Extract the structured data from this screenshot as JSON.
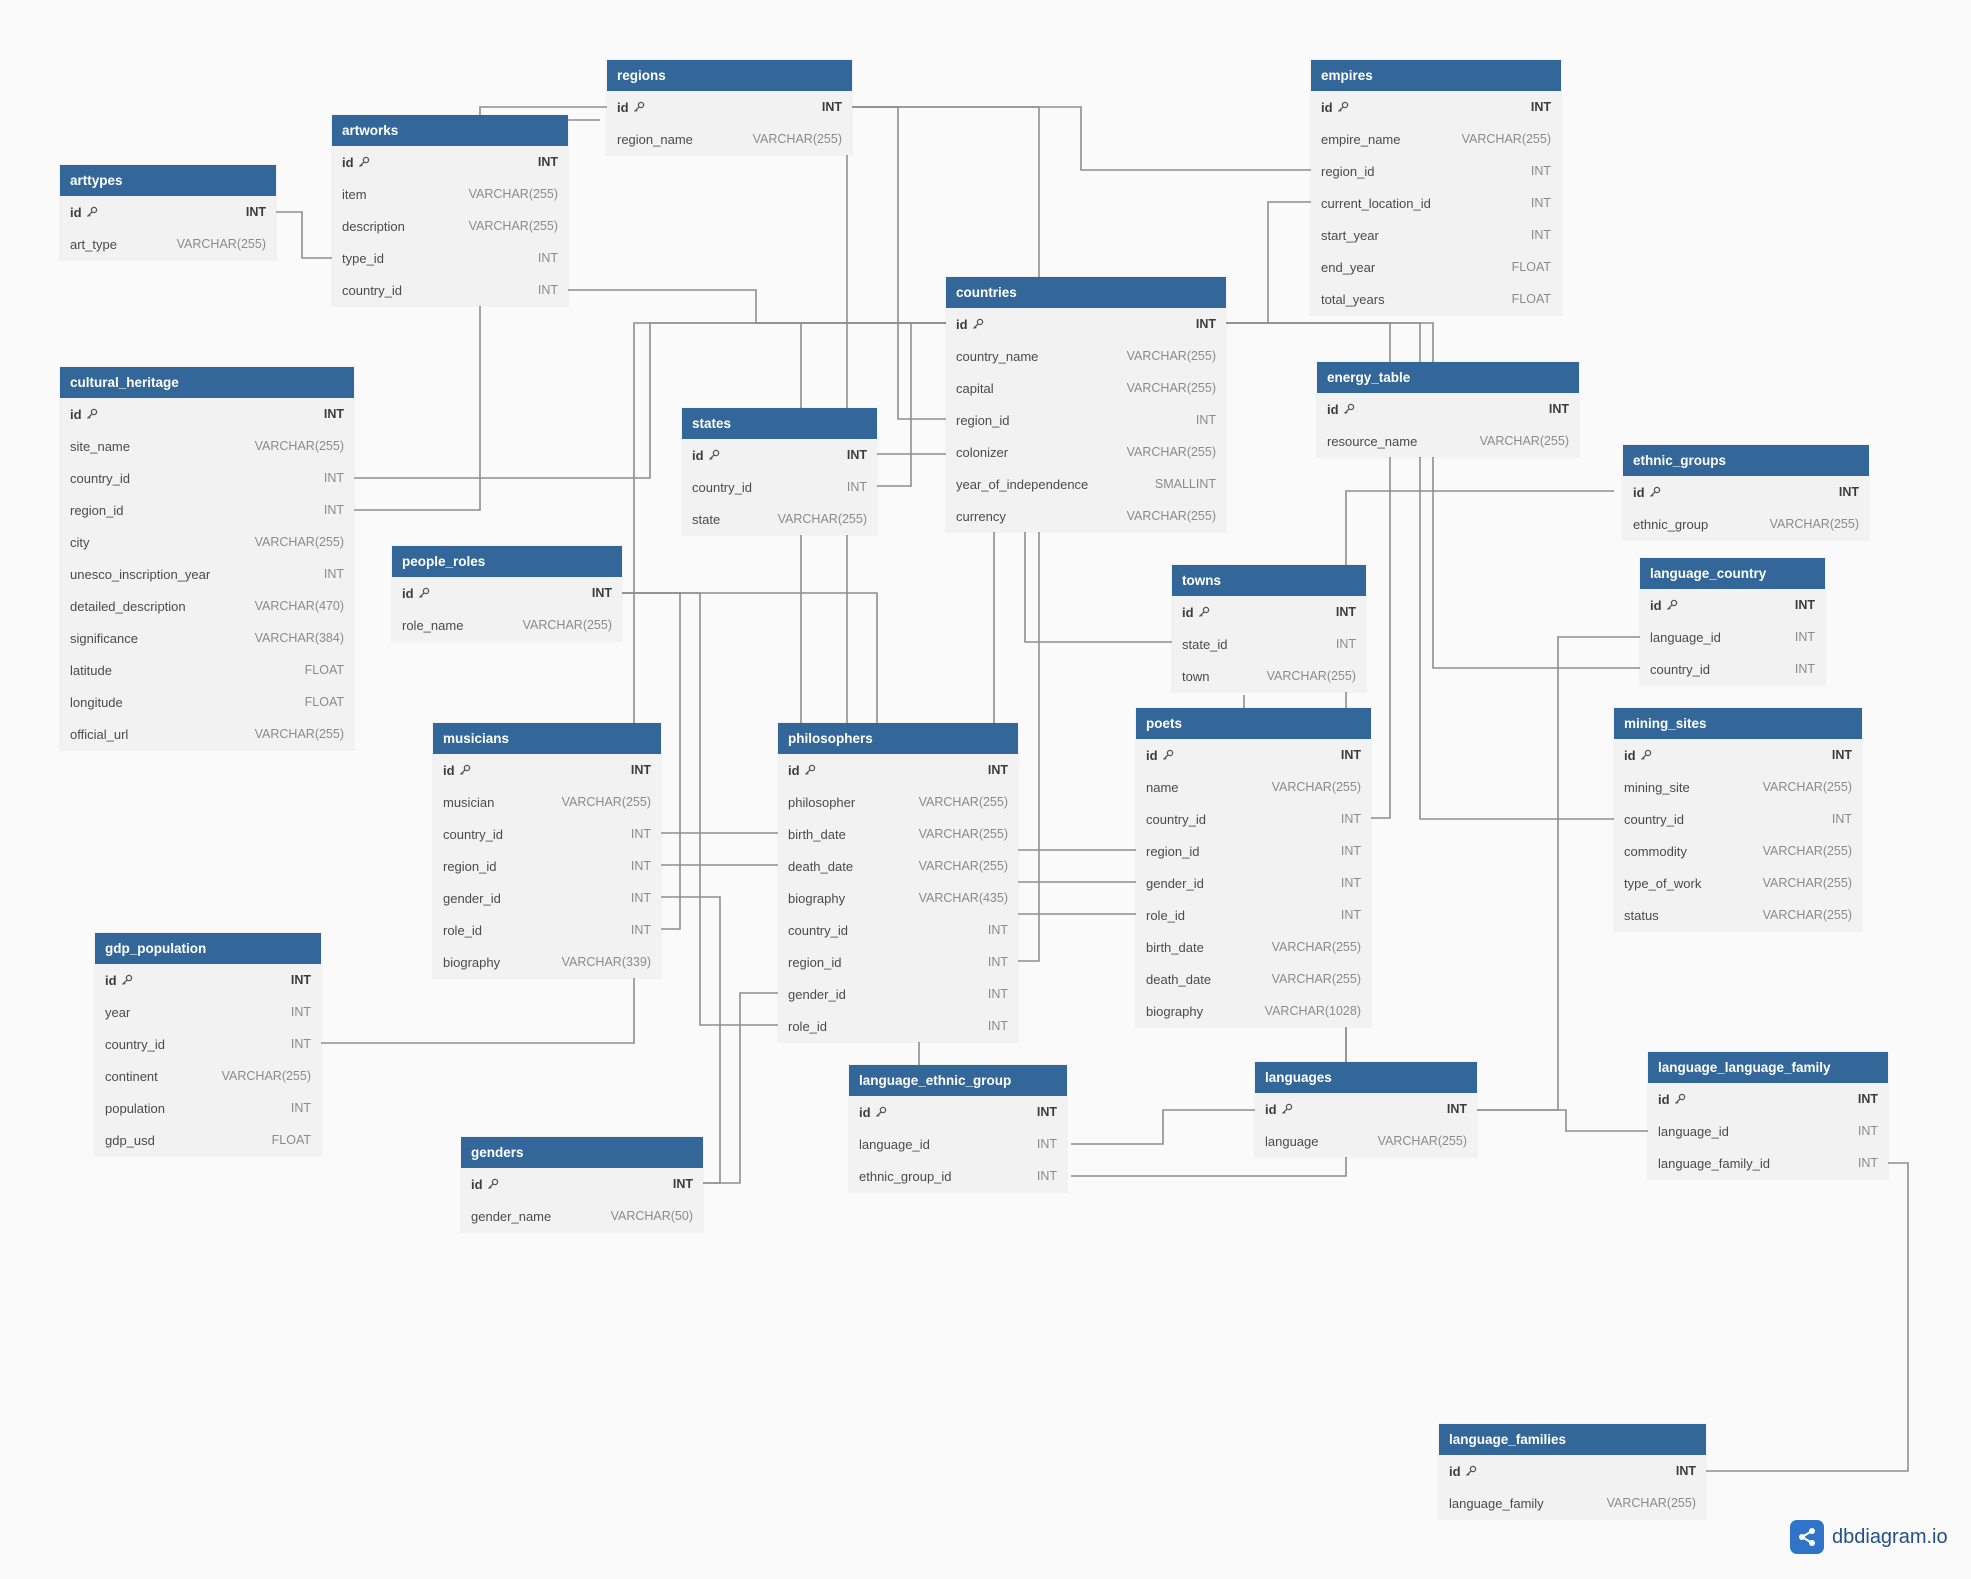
{
  "colors": {
    "header": "#336799",
    "body": "#f2f2f3",
    "background": "#fafafb",
    "line": "#8e8e8e",
    "brand": "#2f74c8"
  },
  "brand": {
    "name": "dbdiagram.io",
    "icon": "share-nodes-icon"
  },
  "tables": [
    {
      "id": "regions",
      "name": "regions",
      "fields": [
        {
          "name": "id",
          "type": "INT",
          "pk": true
        },
        {
          "name": "region_name",
          "type": "VARCHAR(255)"
        }
      ]
    },
    {
      "id": "empires",
      "name": "empires",
      "fields": [
        {
          "name": "id",
          "type": "INT",
          "pk": true
        },
        {
          "name": "empire_name",
          "type": "VARCHAR(255)"
        },
        {
          "name": "region_id",
          "type": "INT"
        },
        {
          "name": "current_location_id",
          "type": "INT"
        },
        {
          "name": "start_year",
          "type": "INT"
        },
        {
          "name": "end_year",
          "type": "FLOAT"
        },
        {
          "name": "total_years",
          "type": "FLOAT"
        }
      ]
    },
    {
      "id": "artworks",
      "name": "artworks",
      "fields": [
        {
          "name": "id",
          "type": "INT",
          "pk": true
        },
        {
          "name": "item",
          "type": "VARCHAR(255)"
        },
        {
          "name": "description",
          "type": "VARCHAR(255)"
        },
        {
          "name": "type_id",
          "type": "INT"
        },
        {
          "name": "country_id",
          "type": "INT"
        }
      ]
    },
    {
      "id": "arttypes",
      "name": "arttypes",
      "fields": [
        {
          "name": "id",
          "type": "INT",
          "pk": true
        },
        {
          "name": "art_type",
          "type": "VARCHAR(255)"
        }
      ]
    },
    {
      "id": "countries",
      "name": "countries",
      "fields": [
        {
          "name": "id",
          "type": "INT",
          "pk": true
        },
        {
          "name": "country_name",
          "type": "VARCHAR(255)"
        },
        {
          "name": "capital",
          "type": "VARCHAR(255)"
        },
        {
          "name": "region_id",
          "type": "INT"
        },
        {
          "name": "colonizer",
          "type": "VARCHAR(255)"
        },
        {
          "name": "year_of_independence",
          "type": "SMALLINT"
        },
        {
          "name": "currency",
          "type": "VARCHAR(255)"
        }
      ]
    },
    {
      "id": "cultural_heritage",
      "name": "cultural_heritage",
      "fields": [
        {
          "name": "id",
          "type": "INT",
          "pk": true
        },
        {
          "name": "site_name",
          "type": "VARCHAR(255)"
        },
        {
          "name": "country_id",
          "type": "INT"
        },
        {
          "name": "region_id",
          "type": "INT"
        },
        {
          "name": "city",
          "type": "VARCHAR(255)"
        },
        {
          "name": "unesco_inscription_year",
          "type": "INT"
        },
        {
          "name": "detailed_description",
          "type": "VARCHAR(470)"
        },
        {
          "name": "significance",
          "type": "VARCHAR(384)"
        },
        {
          "name": "latitude",
          "type": "FLOAT"
        },
        {
          "name": "longitude",
          "type": "FLOAT"
        },
        {
          "name": "official_url",
          "type": "VARCHAR(255)"
        }
      ]
    },
    {
      "id": "energy_table",
      "name": "energy_table",
      "fields": [
        {
          "name": "id",
          "type": "INT",
          "pk": true
        },
        {
          "name": "resource_name",
          "type": "VARCHAR(255)"
        }
      ]
    },
    {
      "id": "states",
      "name": "states",
      "fields": [
        {
          "name": "id",
          "type": "INT",
          "pk": true
        },
        {
          "name": "country_id",
          "type": "INT"
        },
        {
          "name": "state",
          "type": "VARCHAR(255)"
        }
      ]
    },
    {
      "id": "ethnic_groups",
      "name": "ethnic_groups",
      "fields": [
        {
          "name": "id",
          "type": "INT",
          "pk": true
        },
        {
          "name": "ethnic_group",
          "type": "VARCHAR(255)"
        }
      ]
    },
    {
      "id": "people_roles",
      "name": "people_roles",
      "fields": [
        {
          "name": "id",
          "type": "INT",
          "pk": true
        },
        {
          "name": "role_name",
          "type": "VARCHAR(255)"
        }
      ]
    },
    {
      "id": "towns",
      "name": "towns",
      "fields": [
        {
          "name": "id",
          "type": "INT",
          "pk": true
        },
        {
          "name": "state_id",
          "type": "INT"
        },
        {
          "name": "town",
          "type": "VARCHAR(255)"
        }
      ]
    },
    {
      "id": "language_country",
      "name": "language_country",
      "fields": [
        {
          "name": "id",
          "type": "INT",
          "pk": true
        },
        {
          "name": "language_id",
          "type": "INT"
        },
        {
          "name": "country_id",
          "type": "INT"
        }
      ]
    },
    {
      "id": "musicians",
      "name": "musicians",
      "fields": [
        {
          "name": "id",
          "type": "INT",
          "pk": true
        },
        {
          "name": "musician",
          "type": "VARCHAR(255)"
        },
        {
          "name": "country_id",
          "type": "INT"
        },
        {
          "name": "region_id",
          "type": "INT"
        },
        {
          "name": "gender_id",
          "type": "INT"
        },
        {
          "name": "role_id",
          "type": "INT"
        },
        {
          "name": "biography",
          "type": "VARCHAR(339)"
        }
      ]
    },
    {
      "id": "philosophers",
      "name": "philosophers",
      "fields": [
        {
          "name": "id",
          "type": "INT",
          "pk": true
        },
        {
          "name": "philosopher",
          "type": "VARCHAR(255)"
        },
        {
          "name": "birth_date",
          "type": "VARCHAR(255)"
        },
        {
          "name": "death_date",
          "type": "VARCHAR(255)"
        },
        {
          "name": "biography",
          "type": "VARCHAR(435)"
        },
        {
          "name": "country_id",
          "type": "INT"
        },
        {
          "name": "region_id",
          "type": "INT"
        },
        {
          "name": "gender_id",
          "type": "INT"
        },
        {
          "name": "role_id",
          "type": "INT"
        }
      ]
    },
    {
      "id": "poets",
      "name": "poets",
      "fields": [
        {
          "name": "id",
          "type": "INT",
          "pk": true
        },
        {
          "name": "name",
          "type": "VARCHAR(255)"
        },
        {
          "name": "country_id",
          "type": "INT"
        },
        {
          "name": "region_id",
          "type": "INT"
        },
        {
          "name": "gender_id",
          "type": "INT"
        },
        {
          "name": "role_id",
          "type": "INT"
        },
        {
          "name": "birth_date",
          "type": "VARCHAR(255)"
        },
        {
          "name": "death_date",
          "type": "VARCHAR(255)"
        },
        {
          "name": "biography",
          "type": "VARCHAR(1028)"
        }
      ]
    },
    {
      "id": "mining_sites",
      "name": "mining_sites",
      "fields": [
        {
          "name": "id",
          "type": "INT",
          "pk": true
        },
        {
          "name": "mining_site",
          "type": "VARCHAR(255)"
        },
        {
          "name": "country_id",
          "type": "INT"
        },
        {
          "name": "commodity",
          "type": "VARCHAR(255)"
        },
        {
          "name": "type_of_work",
          "type": "VARCHAR(255)"
        },
        {
          "name": "status",
          "type": "VARCHAR(255)"
        }
      ]
    },
    {
      "id": "gdp_population",
      "name": "gdp_population",
      "fields": [
        {
          "name": "id",
          "type": "INT",
          "pk": true
        },
        {
          "name": "year",
          "type": "INT"
        },
        {
          "name": "country_id",
          "type": "INT"
        },
        {
          "name": "continent",
          "type": "VARCHAR(255)"
        },
        {
          "name": "population",
          "type": "INT"
        },
        {
          "name": "gdp_usd",
          "type": "FLOAT"
        }
      ]
    },
    {
      "id": "language_ethnic_group",
      "name": "language_ethnic_group",
      "fields": [
        {
          "name": "id",
          "type": "INT",
          "pk": true
        },
        {
          "name": "language_id",
          "type": "INT"
        },
        {
          "name": "ethnic_group_id",
          "type": "INT"
        }
      ]
    },
    {
      "id": "languages",
      "name": "languages",
      "fields": [
        {
          "name": "id",
          "type": "INT",
          "pk": true
        },
        {
          "name": "language",
          "type": "VARCHAR(255)"
        }
      ]
    },
    {
      "id": "language_language_family",
      "name": "language_language_family",
      "fields": [
        {
          "name": "id",
          "type": "INT",
          "pk": true
        },
        {
          "name": "language_id",
          "type": "INT"
        },
        {
          "name": "language_family_id",
          "type": "INT"
        }
      ]
    },
    {
      "id": "genders",
      "name": "genders",
      "fields": [
        {
          "name": "id",
          "type": "INT",
          "pk": true
        },
        {
          "name": "gender_name",
          "type": "VARCHAR(50)"
        }
      ]
    },
    {
      "id": "language_families",
      "name": "language_families",
      "fields": [
        {
          "name": "id",
          "type": "INT",
          "pk": true
        },
        {
          "name": "language_family",
          "type": "VARCHAR(255)"
        }
      ]
    }
  ],
  "relationships": [
    {
      "from": "artworks.type_id",
      "to": "arttypes.id"
    },
    {
      "from": "artworks.country_id",
      "to": "countries.id"
    },
    {
      "from": "empires.region_id",
      "to": "regions.id"
    },
    {
      "from": "empires.current_location_id",
      "to": "countries.id"
    },
    {
      "from": "countries.region_id",
      "to": "regions.id"
    },
    {
      "from": "cultural_heritage.country_id",
      "to": "countries.id"
    },
    {
      "from": "cultural_heritage.region_id",
      "to": "regions.id"
    },
    {
      "from": "states.country_id",
      "to": "countries.id"
    },
    {
      "from": "towns.state_id",
      "to": "states.id"
    },
    {
      "from": "language_country.country_id",
      "to": "countries.id"
    },
    {
      "from": "language_country.language_id",
      "to": "languages.id"
    },
    {
      "from": "mining_sites.country_id",
      "to": "countries.id"
    },
    {
      "from": "musicians.country_id",
      "to": "countries.id"
    },
    {
      "from": "musicians.region_id",
      "to": "regions.id"
    },
    {
      "from": "musicians.gender_id",
      "to": "genders.id"
    },
    {
      "from": "musicians.role_id",
      "to": "people_roles.id"
    },
    {
      "from": "philosophers.country_id",
      "to": "countries.id"
    },
    {
      "from": "philosophers.region_id",
      "to": "regions.id"
    },
    {
      "from": "philosophers.gender_id",
      "to": "genders.id"
    },
    {
      "from": "philosophers.role_id",
      "to": "people_roles.id"
    },
    {
      "from": "poets.country_id",
      "to": "countries.id"
    },
    {
      "from": "poets.region_id",
      "to": "regions.id"
    },
    {
      "from": "poets.gender_id",
      "to": "genders.id"
    },
    {
      "from": "poets.role_id",
      "to": "people_roles.id"
    },
    {
      "from": "gdp_population.country_id",
      "to": "countries.id"
    },
    {
      "from": "language_ethnic_group.language_id",
      "to": "languages.id"
    },
    {
      "from": "language_ethnic_group.ethnic_group_id",
      "to": "ethnic_groups.id"
    },
    {
      "from": "language_language_family.language_id",
      "to": "languages.id"
    },
    {
      "from": "language_language_family.language_family_id",
      "to": "language_families.id"
    }
  ]
}
